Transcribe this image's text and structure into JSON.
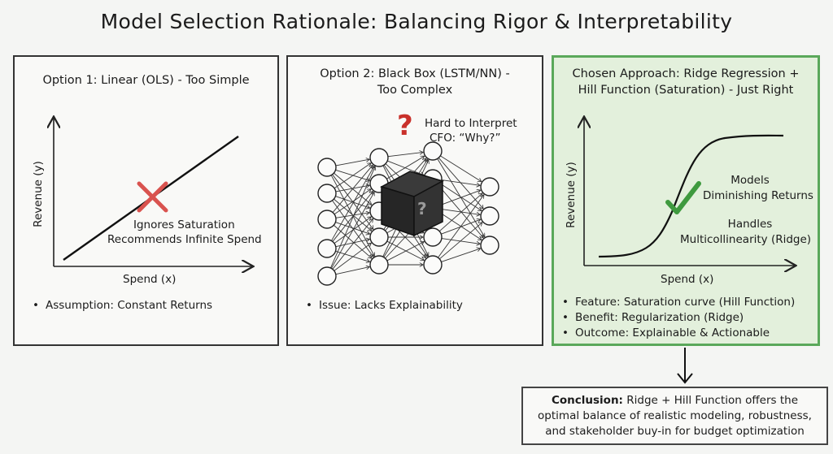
{
  "title": "Model Selection Rationale: Balancing Rigor & Interpretability",
  "panel1": {
    "title": "Option 1: Linear (OLS) - Too Simple",
    "y_axis": "Revenue (y)",
    "x_axis": "Spend (x)",
    "annotation_line1": "Ignores Saturation",
    "annotation_line2": "Recommends Infinite Spend",
    "bullets": [
      "Assumption: Constant Returns"
    ],
    "mark_icon": "red-x-icon"
  },
  "panel2": {
    "title_line1": "Option 2: Black Box (LSTM/NN) -",
    "title_line2": "Too Complex",
    "question_mark": "?",
    "box_question_mark": "?",
    "annotation_line1": "Hard to Interpret",
    "annotation_line2": "CFO: “Why?”",
    "bullets": [
      "Issue: Lacks Explainability"
    ]
  },
  "panel3": {
    "title_line1": "Chosen Approach: Ridge Regression +",
    "title_line2": "Hill Function (Saturation) - Just Right",
    "y_axis": "Revenue (y)",
    "x_axis": "Spend (x)",
    "annotation1_line1": "Models",
    "annotation1_line2": "Diminishing Returns",
    "annotation2_line1": "Handles",
    "annotation2_line2": "Multicollinearity (Ridge)",
    "bullets": [
      "Feature: Saturation curve (Hill Function)",
      "Benefit: Regularization (Ridge)",
      "Outcome: Explainable & Actionable"
    ],
    "mark_icon": "green-check-icon"
  },
  "conclusion": {
    "label": "Conclusion:",
    "line1_rest": "Ridge + Hill Function offers the",
    "line2": "optimal balance of realistic modeling, robustness,",
    "line3": "and stakeholder buy-in for budget optimization"
  },
  "colors": {
    "accent_green": "#5aa85a",
    "panel_green_bg": "#e3f0dc",
    "red_mark": "#d9534f",
    "question_red": "#c9312b"
  }
}
